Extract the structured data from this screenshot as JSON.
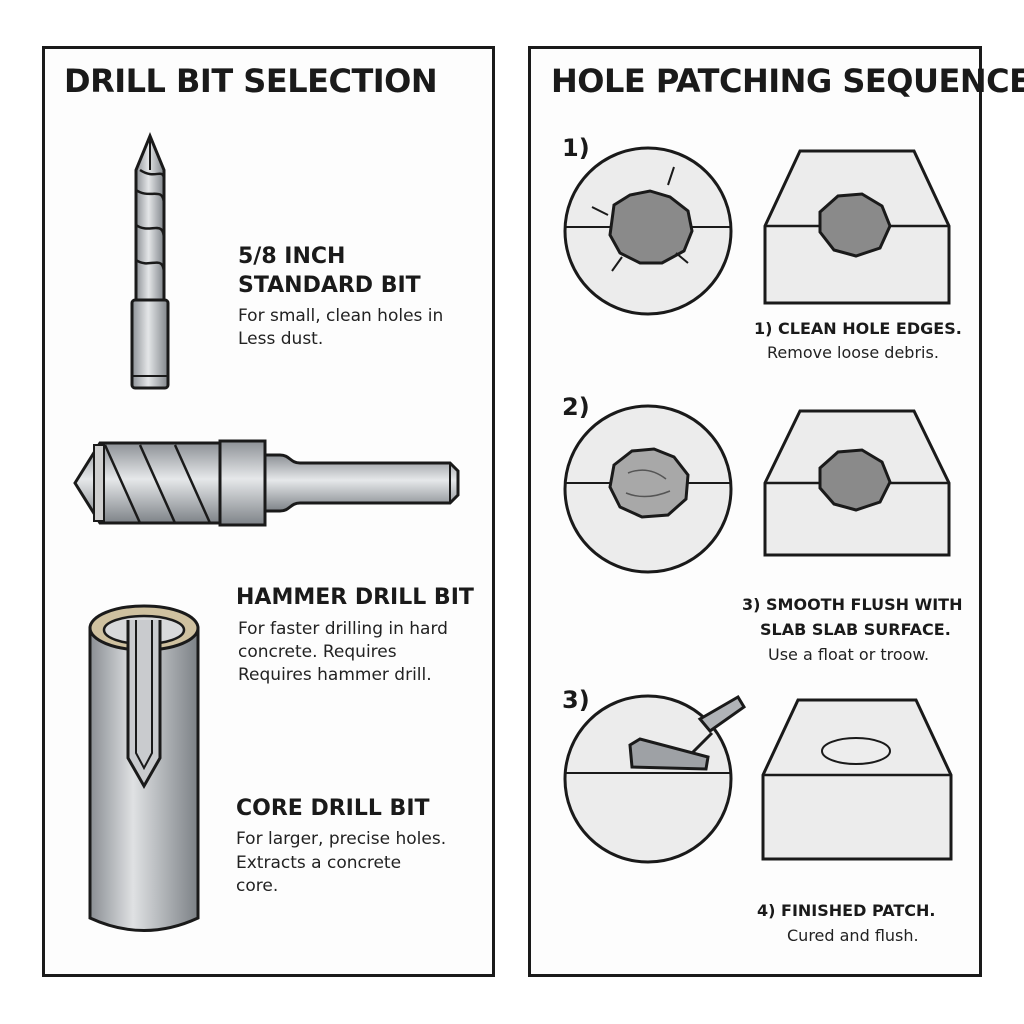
{
  "left": {
    "title": "DRILL BIT SELECTION",
    "bits": [
      {
        "label_line1": "5/8 INCH",
        "label_line2": "STANDARD BIT",
        "desc_line1": "For small, clean holes in",
        "desc_line2": "Less dust."
      },
      {
        "label_line1": "HAMMER DRILL BIT",
        "desc_line1": "For faster drilling in hard",
        "desc_line2": "concrete. Requires",
        "desc_line3": "Requires hammer drill."
      },
      {
        "label_line1": "CORE DRILL BIT",
        "desc_line1": "For larger, precise holes.",
        "desc_line2": "Extracts a concrete",
        "desc_line3": "core."
      }
    ]
  },
  "right": {
    "title": "HOLE PATCHING SEQUENCE",
    "steps": [
      {
        "number": "1)",
        "label_line1": "1) CLEAN HOLE EDGES.",
        "desc_line1": "Remove loose debris."
      },
      {
        "number": "2)",
        "label_line1": "3) SMOOTH FLUSH WITH",
        "label_line2": "SLAB SLAB SURFACE.",
        "desc_line1": "Use a float or troow."
      },
      {
        "number": "3)",
        "label_line1": "4) FINISHED PATCH.",
        "desc_line1": "Cured and flush."
      }
    ]
  },
  "colors": {
    "outline": "#1a1a1a",
    "metal": "#b9bcc0",
    "concrete": "#ececec",
    "hole": "#8a8a8a",
    "carbide": "#cfc1a0"
  }
}
